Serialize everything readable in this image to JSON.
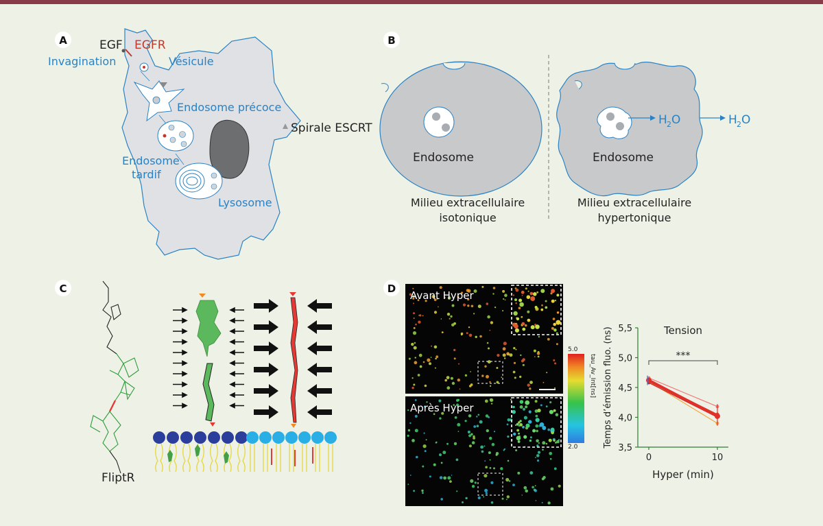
{
  "panels": {
    "a": {
      "letter": "A",
      "egf": "EGF",
      "egfr": "EGFR",
      "invagination": "Invagination",
      "vesicule": "Vésicule",
      "endosome_precoce": "Endosome précoce",
      "spirale": "Spirale ESCRT",
      "endosome_tardif_1": "Endosome",
      "endosome_tardif_2": "tardif",
      "lysosome": "Lysosome"
    },
    "b": {
      "letter": "B",
      "endosome_left": "Endosome",
      "endosome_right": "Endosome",
      "h2o_1": "H",
      "h2o_1_sub": "2",
      "h2o_1_o": "O",
      "h2o_2": "H",
      "h2o_2_sub": "2",
      "h2o_2_o": "O",
      "iso_line1": "Milieu extracellulaire",
      "iso_line2": "isotonique",
      "hyper_line1": "Milieu extracellulaire",
      "hyper_line2": "hypertonique"
    },
    "c": {
      "letter": "C",
      "probe_name": "FliptR"
    },
    "d": {
      "letter": "D",
      "before": "Avant Hyper",
      "after": "Après Hyper",
      "colorbar_max": "5.0",
      "colorbar_min": "2.0",
      "colorbar_label": "tau_Av_Int[ns]"
    }
  },
  "chart_data": {
    "type": "line",
    "title": "Tension",
    "xlabel": "Hyper (min)",
    "ylabel": "Temps d’émission fluo. (ns)",
    "x": [
      0,
      10
    ],
    "xticks": [
      "0",
      "10"
    ],
    "yticks": [
      "3,5",
      "4,0",
      "4,5",
      "5,0",
      "5,5"
    ],
    "ylim": [
      3.5,
      5.5
    ],
    "series": [
      {
        "values": [
          4.62,
          4.05
        ],
        "color": "#e53935"
      },
      {
        "values": [
          4.6,
          3.9
        ],
        "color": "#f4a442"
      },
      {
        "values": [
          4.66,
          4.18
        ],
        "color": "#f17a7a"
      },
      {
        "values": [
          4.58,
          4.0
        ],
        "color": "#c62828"
      }
    ],
    "mean": {
      "values": [
        4.62,
        4.02
      ],
      "color": "#e0302a"
    },
    "significance": "***",
    "colors": {
      "axis": "#2e7d32"
    }
  }
}
